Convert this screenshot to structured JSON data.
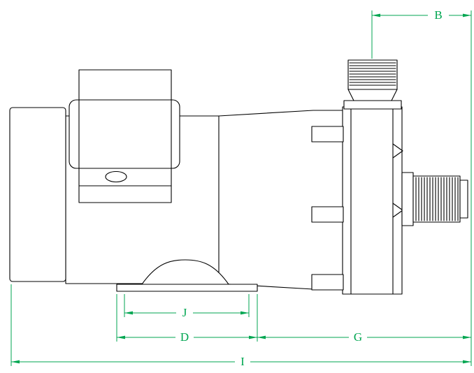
{
  "colors": {
    "outline": "#000000",
    "dimension": "#00a651",
    "background": "#ffffff"
  },
  "dimensions": {
    "b": {
      "label": "B"
    },
    "j": {
      "label": "J"
    },
    "d": {
      "label": "D"
    },
    "g": {
      "label": "G"
    },
    "i": {
      "label": "I"
    }
  }
}
